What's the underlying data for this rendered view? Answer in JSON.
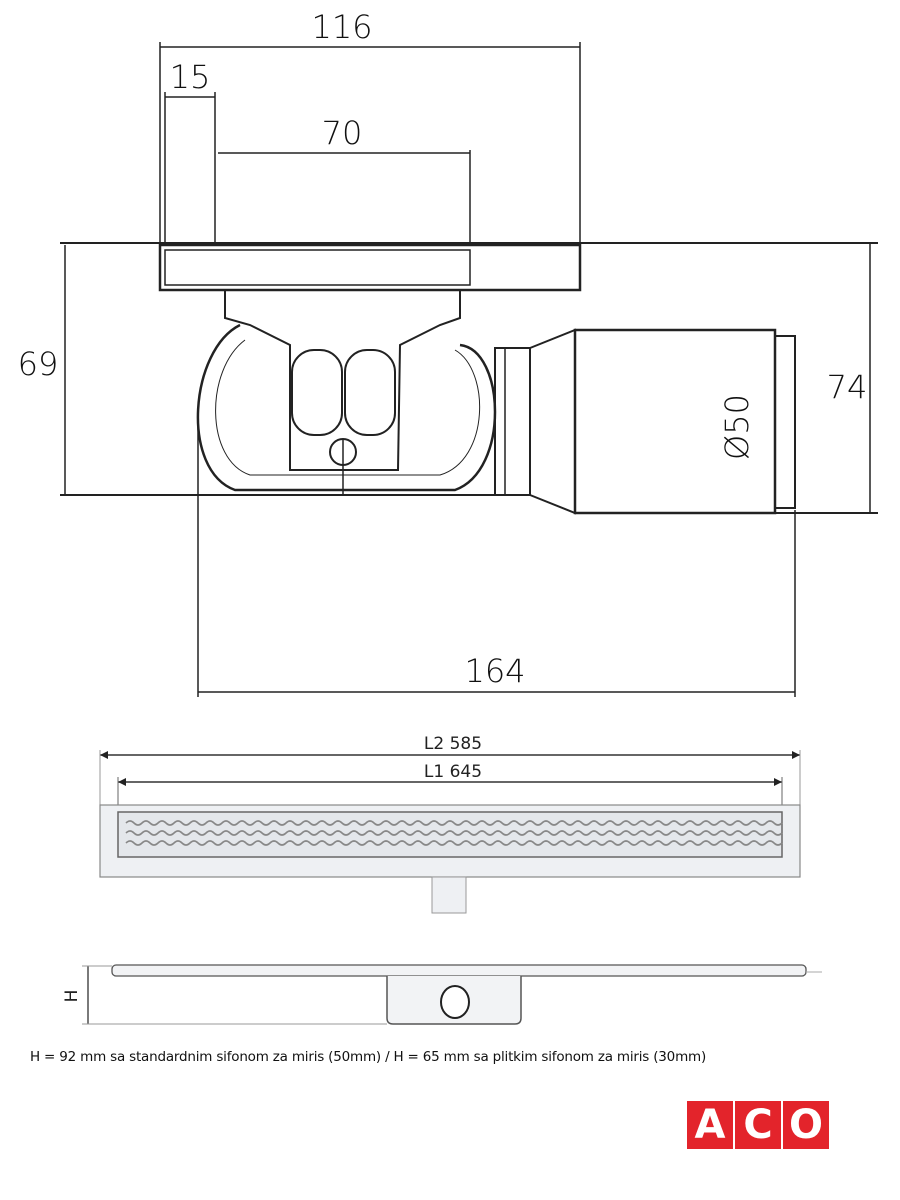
{
  "top_view": {
    "dim_width_total": "116",
    "dim_flange": "15",
    "dim_grate": "70",
    "dim_height_left": "69",
    "dim_height_right": "74",
    "dim_diameter": "Ø50",
    "dim_length": "164"
  },
  "channel_view": {
    "dim_l2": "L2 585",
    "dim_l1": "L1 645",
    "dim_h": "H"
  },
  "note": "H = 92 mm sa standardnim sifonom za miris (50mm) / H = 65 mm sa plitkim sifonom za miris (30mm)",
  "logo": {
    "letters": [
      "A",
      "C",
      "O"
    ],
    "color": "#e3242b"
  }
}
